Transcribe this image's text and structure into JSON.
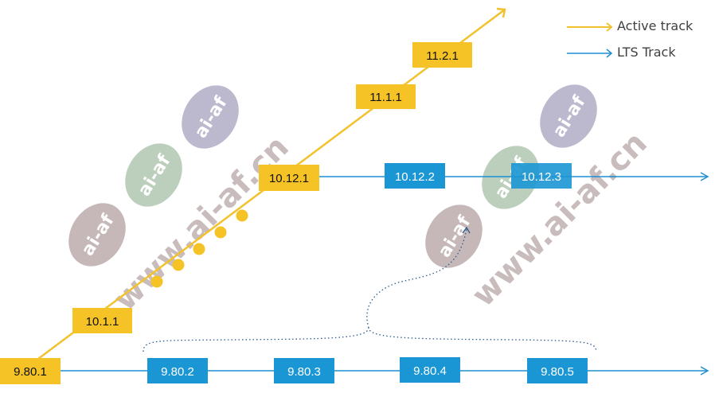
{
  "legend": {
    "active_label": "Active track",
    "lts_label": "LTS Track"
  },
  "colors": {
    "active": "#f2c12e",
    "active_box": "#f5c325",
    "lts": "#1b8fd0",
    "lts_box": "#1b96d4",
    "dotted": "#2a5b8c",
    "watermark": "#b7a6a6",
    "badge_mauve": "#b3a0a0",
    "badge_green": "#a5bfa5",
    "badge_purple": "#a6a0bd"
  },
  "versions": {
    "active": [
      "9.80.1",
      "10.1.1",
      "10.12.1",
      "11.1.1",
      "11.2.1"
    ],
    "lts_upper": [
      "10.12.2",
      "10.12.3"
    ],
    "lts_lower": [
      "9.80.2",
      "9.80.3",
      "9.80.4",
      "9.80.5"
    ]
  },
  "watermark": {
    "url_text": "www.ai-af.cn",
    "badge_text": "ai-af"
  }
}
